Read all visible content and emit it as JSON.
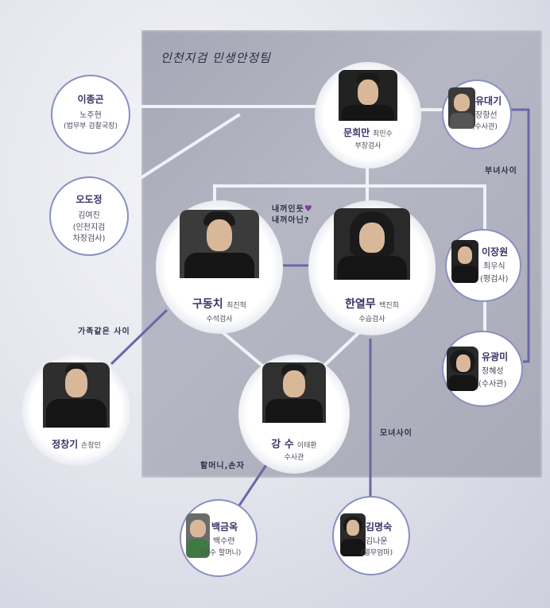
{
  "panel": {
    "title": "인천지검 민생안정팀"
  },
  "characters": {
    "lee_jong_gon": {
      "name": "이종곤",
      "actor": "노주현",
      "role": "(법무부 검찰국장)"
    },
    "oh_do_jeong": {
      "name": "오도정",
      "actor": "김여진",
      "role_line1": "(인천지검",
      "role_line2": "차장검사)"
    },
    "moon_hee_man": {
      "name": "문희만",
      "actor": "최민수",
      "role": "부장검사"
    },
    "yu_dae_gi": {
      "name": "유대기",
      "actor": "장항선",
      "role": "(수사관)"
    },
    "lee_jang_won": {
      "name": "이장원",
      "actor": "최우식",
      "role": "(평검사)"
    },
    "yu_gwang_mi": {
      "name": "유광미",
      "actor": "정혜성",
      "role": "(수사관)"
    },
    "gu_dong_chi": {
      "name": "구동치",
      "actor": "최진혁",
      "role": "수석검사"
    },
    "han_yeol_mu": {
      "name": "한열무",
      "actor": "백진희",
      "role": "수습검사"
    },
    "kang_su": {
      "name": "강 수",
      "actor": "이태환",
      "role": "수사관"
    },
    "jeong_chang_gi": {
      "name": "정창기",
      "actor": "손창민"
    },
    "baek_geum_ok": {
      "name": "백금옥",
      "actor": "백수련",
      "role": "(강수 할머니)"
    },
    "kim_myeong_suk": {
      "name": "김명숙",
      "actor": "김나운",
      "role": "(열무엄마)"
    }
  },
  "relations": {
    "father_daughter": "부녀사이",
    "mine_or_not_line1": "내꺼인듯",
    "mine_or_not_line2": "내꺼아닌?",
    "family_like": "가족같은 사이",
    "mother_daughter": "모녀사이",
    "grandma_grandson": "할머니,손자"
  },
  "colors": {
    "ring_border": "#8a8fbf",
    "connector_light": "#f2f2f6",
    "connector_dark": "#6a67a8",
    "name_text": "#3a3368"
  }
}
